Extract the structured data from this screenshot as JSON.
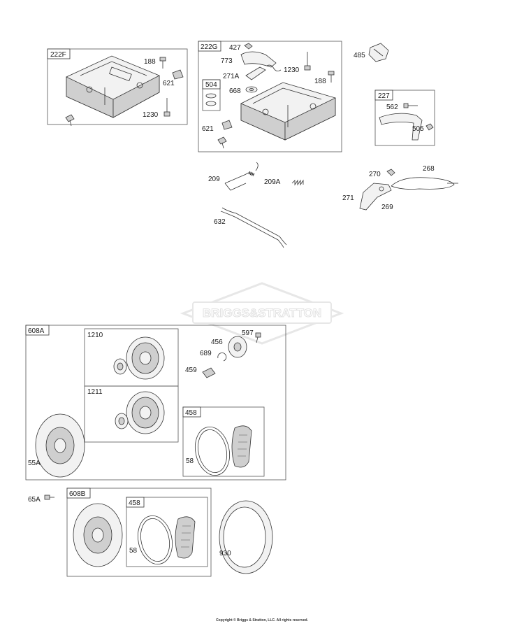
{
  "watermark": "BRIGGS&STRATTON",
  "copyright": "Copyright © Briggs & Stratton, LLC. All rights reserved.",
  "boxes": {
    "b222F": "222F",
    "b222G": "222G",
    "b504": "504",
    "b227": "227",
    "b608A": "608A",
    "b1210": "1210",
    "b1211": "1211",
    "b458a": "458",
    "b608B": "608B",
    "b458b": "458"
  },
  "labels": {
    "p188a": "188",
    "p621a": "621",
    "p1230a": "1230",
    "p427": "427",
    "p773": "773",
    "p271A": "271A",
    "p1230b": "1230",
    "p668": "668",
    "p188b": "188",
    "p621b": "621",
    "p485": "485",
    "p562": "562",
    "p505": "505",
    "p209": "209",
    "p209A": "209A",
    "p632": "632",
    "p270": "270",
    "p268": "268",
    "p271": "271",
    "p269": "269",
    "p597": "597",
    "p456": "456",
    "p689": "689",
    "p459": "459",
    "p55A": "55A",
    "p58a": "58",
    "p65A": "65A",
    "p58b": "58",
    "p930": "930"
  }
}
